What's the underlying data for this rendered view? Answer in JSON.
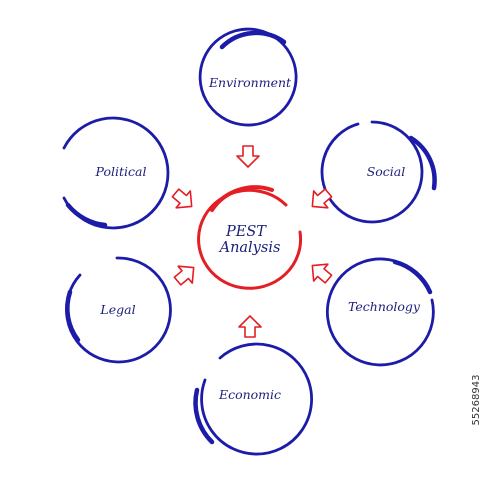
{
  "diagram": {
    "center": {
      "line1": "PEST",
      "line2": "Analysis"
    },
    "nodes": [
      {
        "id": "environment",
        "label": "Environment"
      },
      {
        "id": "social",
        "label": "Social"
      },
      {
        "id": "technology",
        "label": "Technology"
      },
      {
        "id": "economic",
        "label": "Economic"
      },
      {
        "id": "legal",
        "label": "Legal"
      },
      {
        "id": "political",
        "label": "Political"
      }
    ]
  },
  "stock_id": "55268943",
  "colors": {
    "node_stroke": "#1c1ca8",
    "center_stroke": "#e31e24",
    "arrow": "#e31e24",
    "text": "#1a1f7a"
  }
}
